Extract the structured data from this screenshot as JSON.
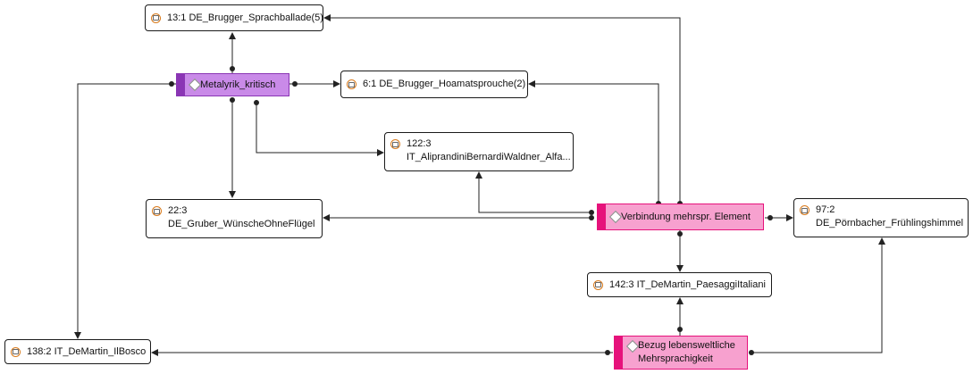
{
  "colors": {
    "metalyrik_fill": "#c98ae8",
    "metalyrik_bar": "#8a35b4",
    "pink_fill": "#f7a1cf",
    "pink_bar": "#e6127b",
    "edge": "#222222",
    "doc_icon_ring": "#d97a1a"
  },
  "icons": {
    "document": "document-icon",
    "code": "diamond-icon"
  },
  "nodes": {
    "n13": {
      "label": "13:1 DE_Brugger_Sprachballade(5)"
    },
    "metalyrik": {
      "label": "Metalyrik_kritisch"
    },
    "n6": {
      "label": "6:1 DE_Brugger_Hoamatsprouche(2)"
    },
    "n122": {
      "line1": "122:3",
      "line2": "IT_AliprandiniBernardiWaldner_Alfa..."
    },
    "n22": {
      "line1": "22:3",
      "line2": "DE_Gruber_WünscheOhneFlügel"
    },
    "verbindung": {
      "label": "Verbindung mehrspr. Element"
    },
    "n97": {
      "line1": "97:2",
      "line2": "DE_Pörnbacher_Frühlingshimmel"
    },
    "n142": {
      "label": "142:3 IT_DeMartin_PaesaggiItaliani"
    },
    "n138": {
      "label": "138:2 IT_DeMartin_IlBosco"
    },
    "bezug": {
      "line1": "Bezug lebensweltliche",
      "line2": "Mehrsprachigkeit"
    }
  }
}
